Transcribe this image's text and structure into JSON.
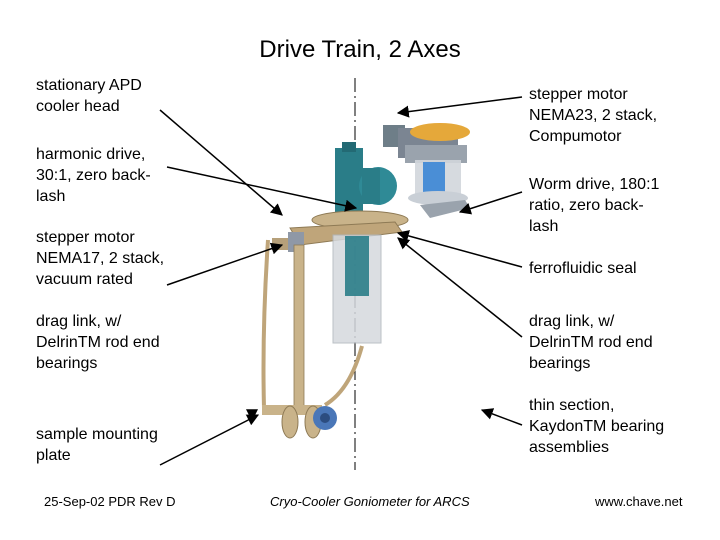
{
  "title": "Drive Train, 2 Axes",
  "labels_left": [
    "stationary APD\ncooler head",
    "harmonic drive,\n30:1, zero back-\nlash",
    "stepper motor\nNEMA17, 2 stack,\nvacuum rated",
    "drag link, w/\nDelrinTM rod end\nbearings",
    "sample mounting\nplate"
  ],
  "labels_right": [
    "stepper motor\nNEMA23, 2 stack,\nCompumotor",
    "Worm drive, 180:1\nratio, zero back-\nlash",
    "ferrofluidic seal",
    "drag link, w/\nDelrinTM rod end\nbearings",
    "thin section,\nKaydonTM bearing\nassemblies"
  ],
  "footer": {
    "left": "25-Sep-02 PDR Rev D",
    "center": "Cryo-Cooler Goniometer for ARCS",
    "right": "www.chave.net"
  },
  "colors": {
    "teal": "#2a7d88",
    "tan": "#c9b38a",
    "steel": "#8f98a6",
    "blue": "#4a8ed6",
    "orange": "#d89a2e"
  }
}
